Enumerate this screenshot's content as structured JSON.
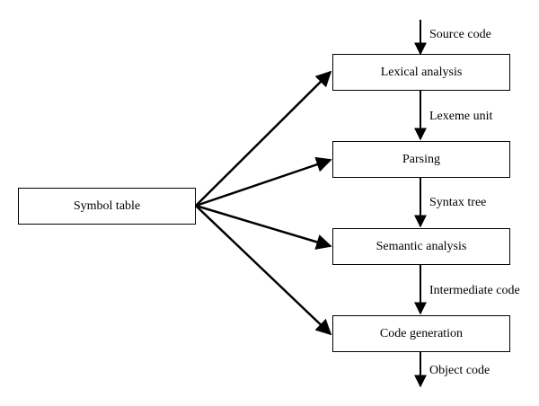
{
  "stages": [
    {
      "id": "lexical",
      "label": "Lexical analysis"
    },
    {
      "id": "parsing",
      "label": "Parsing"
    },
    {
      "id": "semantic",
      "label": "Semantic analysis"
    },
    {
      "id": "codegen",
      "label": "Code generation"
    }
  ],
  "symbol_table": {
    "label": "Symbol table"
  },
  "flow_labels": {
    "input": "Source code",
    "lexical_to_parsing": "Lexeme unit",
    "parsing_to_semantic": "Syntax tree",
    "semantic_to_codegen": "Intermediate code",
    "output": "Object code"
  }
}
